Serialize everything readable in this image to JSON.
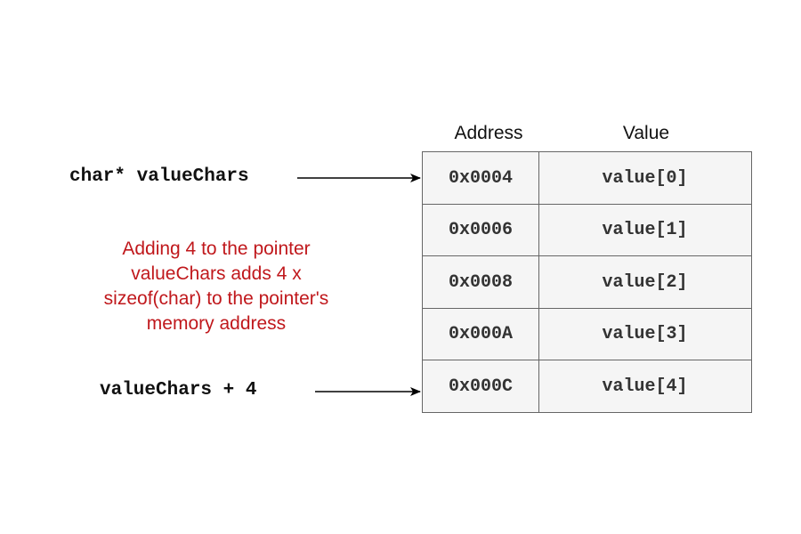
{
  "table": {
    "headers": {
      "address": "Address",
      "value": "Value"
    },
    "rows": [
      {
        "address": "0x0004",
        "value": "value[0]"
      },
      {
        "address": "0x0006",
        "value": "value[1]"
      },
      {
        "address": "0x0008",
        "value": "value[2]"
      },
      {
        "address": "0x000A",
        "value": "value[3]"
      },
      {
        "address": "0x000C",
        "value": "value[4]"
      }
    ]
  },
  "pointers": [
    {
      "label": "char* valueChars",
      "target_row": 0
    },
    {
      "label": "valueChars + 4",
      "target_row": 4
    }
  ],
  "note": {
    "lines": [
      "Adding 4 to the pointer",
      "valueChars adds 4 x",
      "sizeof(char) to the pointer's",
      "memory address"
    ],
    "color": "#c0181c"
  }
}
